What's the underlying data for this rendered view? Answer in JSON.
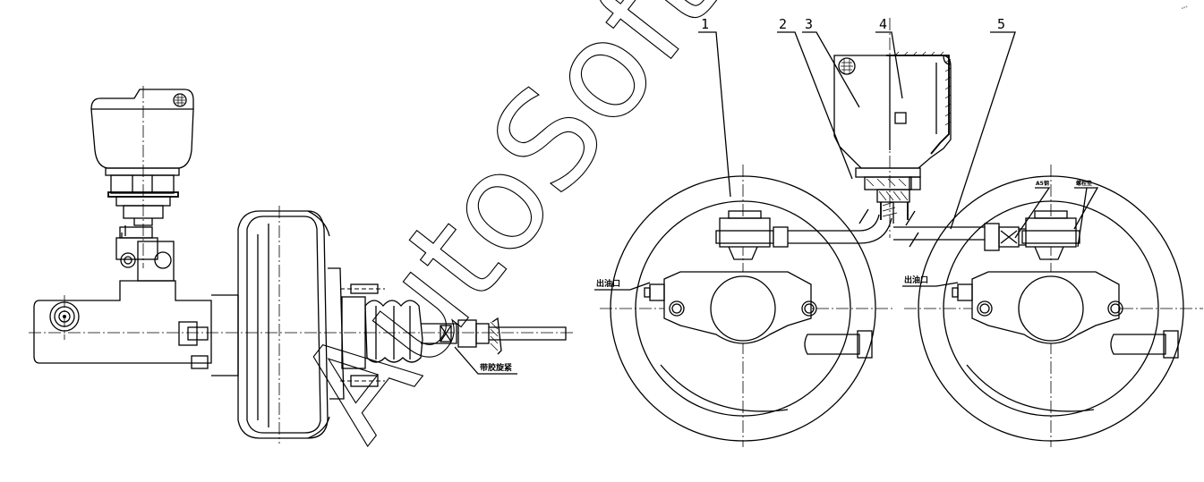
{
  "watermark": "AutoSoft",
  "corner_mark": "。。。",
  "side_view": {
    "note_sleeve_clamp": "带胶旋紧"
  },
  "top_view": {
    "callouts": [
      "1",
      "2",
      "3",
      "4",
      "5"
    ],
    "note_outlet_left": "出油口",
    "note_outlet_right": "出油口",
    "note_small_a": "A5钢",
    "note_small_b": "螺栓垫"
  }
}
